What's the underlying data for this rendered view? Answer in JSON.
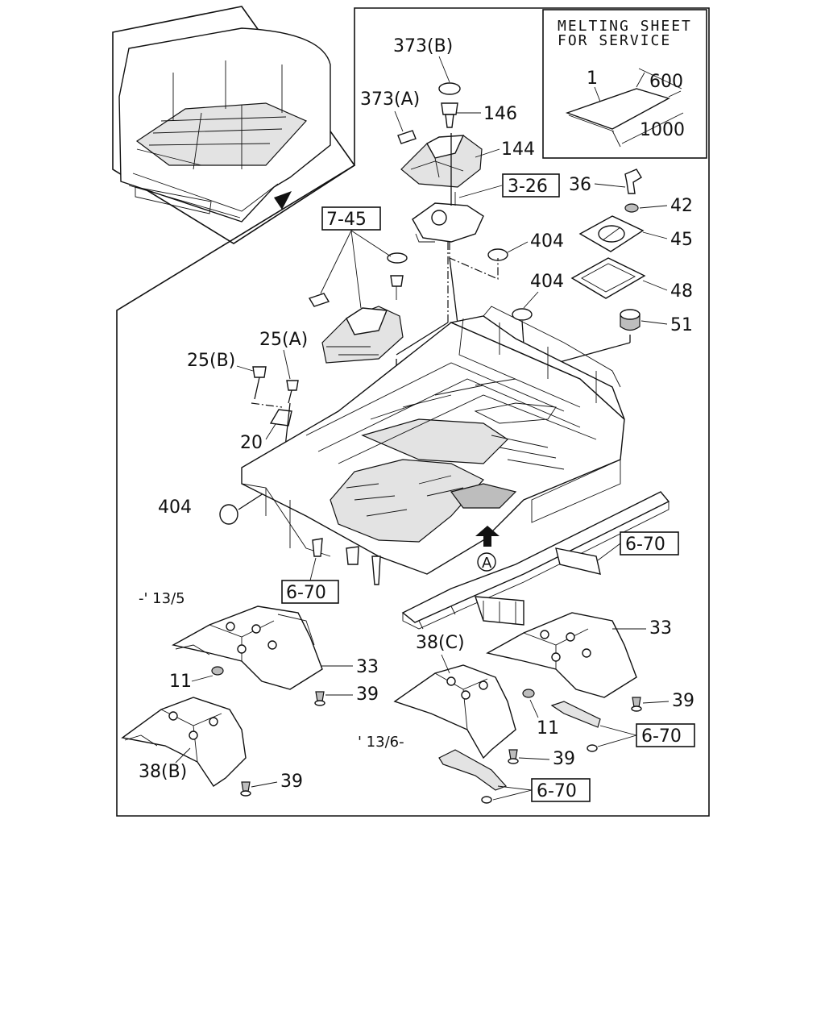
{
  "melting_sheet": {
    "title_line1": "MELTING SHEET",
    "title_line2": "FOR SERVICE",
    "part_no": "1",
    "dim_width": "600",
    "dim_length": "1000"
  },
  "labels": {
    "p373b": "373(B)",
    "p373a": "373(A)",
    "p146": "146",
    "p144": "144",
    "ref326": "3-26",
    "p36": "36",
    "p42": "42",
    "p45": "45",
    "p48": "48",
    "p51": "51",
    "p404a": "404",
    "p404b": "404",
    "p404c": "404",
    "ref745": "7-45",
    "p25a": "25(A)",
    "p25b": "25(B)",
    "p20": "20",
    "ref670a": "6-70",
    "ref670b": "6-70",
    "ref670c": "6-70",
    "ref670d": "6-70",
    "view_a": "A",
    "date_early": "-' 13/5",
    "date_late": "' 13/6-",
    "p33a": "33",
    "p33b": "33",
    "p11a": "11",
    "p11b": "11",
    "p39a": "39",
    "p39b": "39",
    "p39c": "39",
    "p39d": "39",
    "p38c": "38(C)",
    "p38b": "38(B)"
  }
}
